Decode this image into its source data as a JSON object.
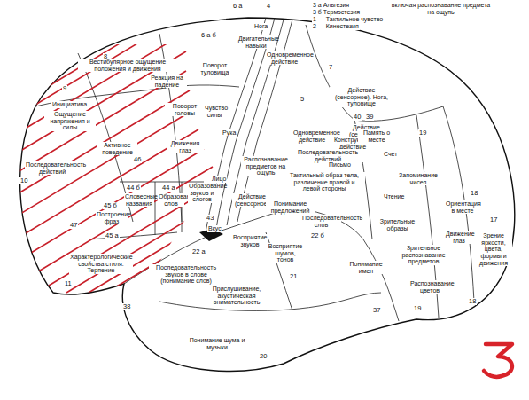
{
  "diagram": {
    "labels": [
      "6 а",
      "4",
      "3 а Альгезия",
      "3 б Термэстезия",
      "1 — Тактильное чувство",
      "2 — Кинестезия",
      "включая распознавание предмета на ощупь",
      "Нога",
      "Двигательные навыки",
      "8",
      "Вестибулярное ощущение положения и движения",
      "6 а б",
      "Поворот туловища",
      "Реакция на падение",
      "9",
      "Инициатива",
      "Ощущение напряжения и силы",
      "Поворот головы",
      "Чувство силы",
      "Рука",
      "Одновременное действие",
      "5",
      "7",
      "Действие (сенсорное). Нога, туловище",
      "Движения глаз",
      "Активное поведение",
      "Последовательность действий",
      "10",
      "46",
      "44 б",
      "Словесные названия",
      "44 а",
      "Образование слов",
      "Образование звуков и слогов",
      "45 б",
      "Построение фраз",
      "45 а",
      "47",
      "Характерологические свойства стиля. Терпение",
      "11",
      "38",
      "Лицо",
      "43",
      "Вкус",
      "Действие (сенсорное)",
      "Распознавание предметов на ощупь",
      "40",
      "39",
      "Действие (сенсорное)",
      "Одновременное действие",
      "Конструктивное действие",
      "Последовательность действий",
      "Письмо",
      "Тактильный образ тела, различение правой и левой стороны",
      "Понимание предложений",
      "Последовательность слов",
      "22 б",
      "Восприятие звуков",
      "Восприятие шумов, тонов",
      "22 а",
      "Последовательность звуков в слове (понимание слов)",
      "Прислушивание, акустическая внимательность",
      "21",
      "Понимание имен",
      "Понимание шума и музыки",
      "20",
      "37",
      "19",
      "19",
      "Память о месте",
      "Счет",
      "Запоминание чисел",
      "Чтение",
      "Зрительные образы",
      "Зрительное распознавание предметов",
      "Распознавание цветов",
      "Ориентация в месте",
      "18",
      "17",
      "18",
      "Движение глаз",
      "Зрение яркости, цвета, формы и движения"
    ]
  }
}
